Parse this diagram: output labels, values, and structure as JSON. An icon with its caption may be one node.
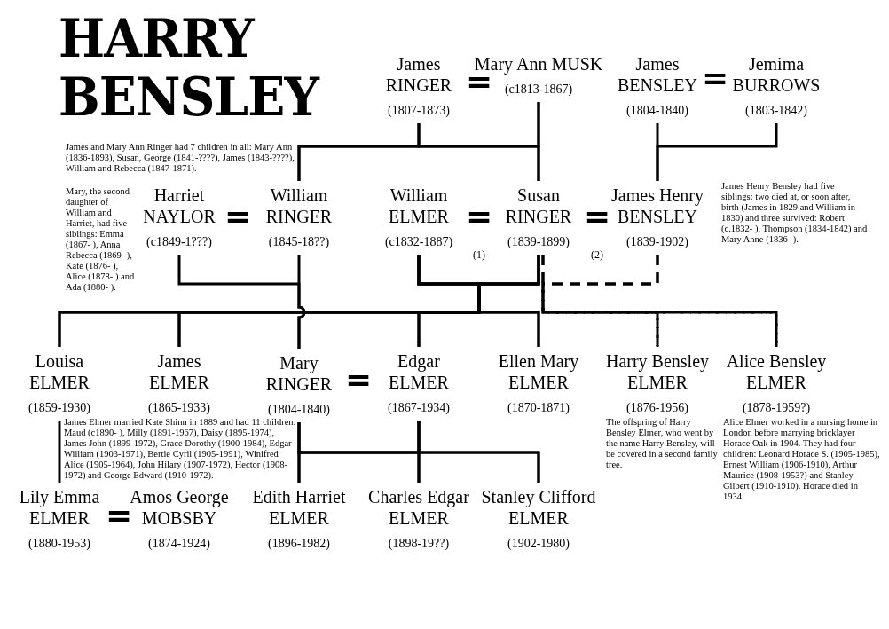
{
  "diagram": {
    "title": "HARRY BENSLEY",
    "nodes": [
      {
        "text": [
          "James RINGER",
          "(1807-1873)"
        ]
      },
      {
        "text": [
          "Mary Ann MUSK",
          "(c1813-1867)"
        ]
      },
      {
        "text": [
          "James BENSLEY",
          "(1804-1840)"
        ]
      },
      {
        "text": [
          "Jemima BURROWS",
          "(1803-1842)"
        ]
      },
      {
        "text": [
          "Harriet NAYLOR",
          "(c1849-1???)"
        ]
      },
      {
        "text": [
          "William RINGER",
          "(1845-18??)"
        ]
      },
      {
        "text": [
          "William ELMER",
          "(c1832-1887)"
        ]
      },
      {
        "text": [
          "Susan RINGER",
          "(1839-1899)"
        ]
      },
      {
        "text": [
          "James Henry BENSLEY",
          "(1839-1902)"
        ]
      },
      {
        "text": [
          "Louisa ELMER",
          "(1859-1930)"
        ]
      },
      {
        "text": [
          "James ELMER",
          "(1865-1933)"
        ]
      },
      {
        "text": [
          "Mary RINGER",
          "(1804-1840)"
        ]
      },
      {
        "text": [
          "Edgar ELMER",
          "(1867-1934)"
        ]
      },
      {
        "text": [
          "Ellen Mary ELMER",
          "(1870-1871)"
        ]
      },
      {
        "text": [
          "Harry Bensley ELMER",
          "(1876-1956)"
        ]
      },
      {
        "text": [
          "Alice Bensley ELMER",
          "(1878-1959?)"
        ]
      },
      {
        "text": [
          "Lily Emma ELMER",
          "(1880-1953)"
        ]
      },
      {
        "text": [
          "Amos George MOBSBY",
          "(1874-1924)"
        ]
      },
      {
        "text": [
          "Edith Harriet ELMER",
          "(1896-1982)"
        ]
      },
      {
        "text": [
          "Charles Edgar ELMER",
          "(1898-19??)"
        ]
      },
      {
        "text": [
          "Stanley Clifford ELMER",
          "(1902-1980)"
        ]
      }
    ],
    "edges": [
      {
        "from": 0,
        "to": 5,
        "arrow": "none"
      },
      {
        "from": 1,
        "to": 5,
        "arrow": "none"
      },
      {
        "from": 0,
        "to": 7,
        "arrow": "none"
      },
      {
        "from": 1,
        "to": 7,
        "arrow": "none"
      },
      {
        "from": 2,
        "to": 8,
        "arrow": "none"
      },
      {
        "from": 3,
        "to": 8,
        "arrow": "none"
      },
      {
        "from": 4,
        "to": 11,
        "arrow": "none"
      },
      {
        "from": 5,
        "to": 11,
        "arrow": "none"
      },
      {
        "from": 6,
        "to": 9,
        "arrow": "none"
      },
      {
        "from": 6,
        "to": 10,
        "arrow": "none"
      },
      {
        "from": 6,
        "to": 12,
        "arrow": "none"
      },
      {
        "from": 6,
        "to": 13,
        "arrow": "none"
      },
      {
        "from": 7,
        "to": 9,
        "arrow": "none"
      },
      {
        "from": 7,
        "to": 10,
        "arrow": "none"
      },
      {
        "from": 7,
        "to": 12,
        "arrow": "none"
      },
      {
        "from": 7,
        "to": 13,
        "arrow": "none"
      },
      {
        "from": 7,
        "to": 14,
        "arrow": "none",
        "style": "dashed"
      },
      {
        "from": 7,
        "to": 15,
        "arrow": "none",
        "style": "dashed"
      },
      {
        "from": 8,
        "to": 14,
        "arrow": "none",
        "style": "dashed"
      },
      {
        "from": 8,
        "to": 15,
        "arrow": "none",
        "style": "dashed"
      },
      {
        "from": 9,
        "to": 16,
        "arrow": "none"
      },
      {
        "from": 11,
        "to": 18,
        "arrow": "none"
      },
      {
        "from": 11,
        "to": 19,
        "arrow": "none"
      },
      {
        "from": 11,
        "to": 20,
        "arrow": "none"
      },
      {
        "from": 12,
        "to": 18,
        "arrow": "none"
      },
      {
        "from": 12,
        "to": 19,
        "arrow": "none"
      },
      {
        "from": 12,
        "to": 20,
        "arrow": "none"
      }
    ],
    "labels": [
      "=",
      "=",
      "James and Mary Ann Ringer had 7 children in all: Mary Ann (1836-1893), Susan, George (1841-????), James (1843-????), William and Rebecca (1847-1871).",
      "Mary, the second daughter of William and Harriet, had five siblings: Emma (1867- ), Anna Rebecca (1869- ), Kate (1876- ), Alice (1878- ) and Ada (1880- ).",
      "=",
      "=",
      "(1)",
      "=",
      "(2)",
      "James Henry Bensley had five siblings: two died at, or soon after, birth (James in 1829 and William in 1830) and three survived: Robert (c.1832- ), Thompson (1834-1842) and Mary Anne (1836- ).",
      "James Elmer married Kate Shinn in 1889 and had 11 children: Maud (c1890- ), Milly (1891-1967), Daisy (1895-1974), James John (1899-1972), Grace Dorothy (1900-1984), Edgar William (1903-1971), Bertie Cyril (1905-1991), Winifred Alice (1905-1964), John Hilary (1907-1972), Hector (1908-1972) and George Edward (1910-1972).",
      "=",
      "The offspring of Harry Bensley Elmer, who went by the name Harry Bensley, will be covered in a second family tree.",
      "Alice Elmer worked in a nursing home in London before marrying bricklayer Horace Oak in 1904. They had four children: Leonard Horace S. (1905-1985), Ernest William (1906-1910), Arthur Maurice (1908-1953?) and Stanley Gilbert (1910-1910). Horace died in 1934.",
      "="
    ]
  }
}
